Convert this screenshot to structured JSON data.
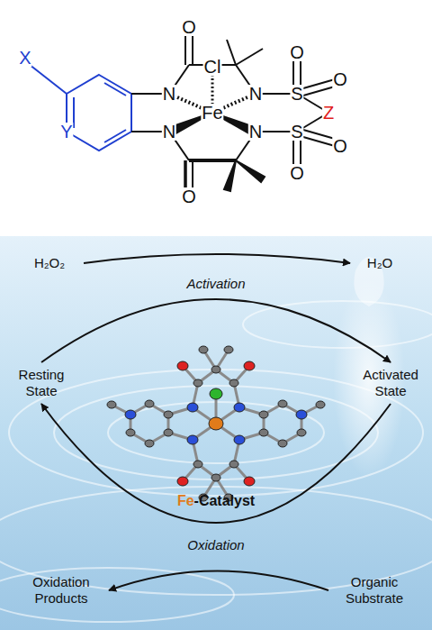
{
  "diagram": {
    "nodes": [
      {
        "text": [
          "H₂O₂"
        ]
      },
      {
        "text": [
          "H₂O"
        ]
      },
      {
        "text": [
          "Resting State"
        ]
      },
      {
        "text": [
          "Activated State"
        ]
      },
      {
        "text": [
          "Oxidation Products"
        ]
      },
      {
        "text": [
          "Organic Substrate"
        ]
      }
    ],
    "edges": [
      {
        "from": 0,
        "to": 1,
        "arrow": "to"
      },
      {
        "from": 2,
        "to": 3,
        "arrow": "to"
      },
      {
        "from": 3,
        "to": 2,
        "arrow": "to"
      },
      {
        "from": 5,
        "to": 4,
        "arrow": "to"
      }
    ],
    "labels": [
      "X",
      "Y",
      "N",
      "N",
      "N",
      "N",
      "Fe",
      "Cl",
      "O",
      "O",
      "S",
      "S",
      "O",
      "O",
      "O",
      "O",
      "Z",
      "Activation",
      "Oxidation",
      "Fe",
      "-Catalyst"
    ]
  }
}
